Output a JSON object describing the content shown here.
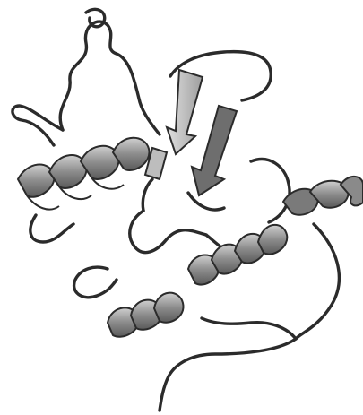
{
  "figure": {
    "kind": "protein ribbon diagram",
    "style": "grayscale",
    "elements": {
      "helices": 4,
      "beta_strands": 3
    }
  },
  "colors": {
    "background": "#ffffff",
    "outline": "#2b2b2b",
    "helix_fill": "#9a9a9a",
    "helix_dark": "#6a6a6a",
    "strand_fill": "#c8c8c8",
    "strand_dark": "#5e5e5e"
  }
}
